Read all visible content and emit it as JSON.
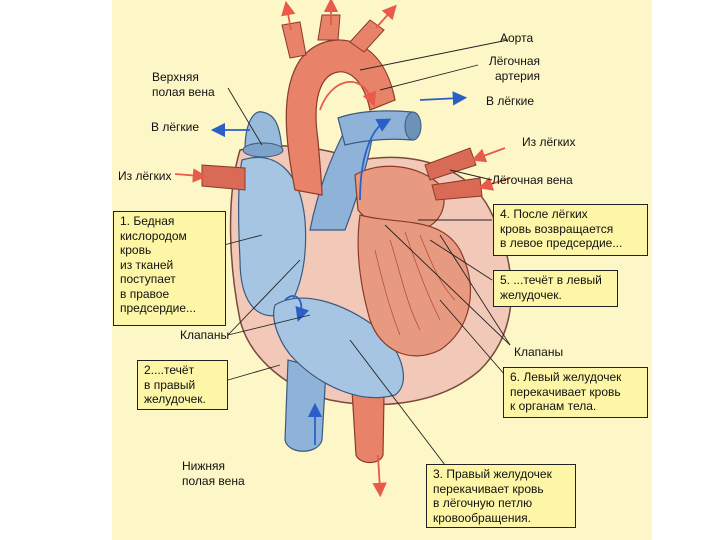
{
  "labels": {
    "aorta": "Аорта",
    "pulmonary_artery": "Лёгочная\nартерия",
    "to_lungs_right": "В лёгкие",
    "from_lungs_right": "Из лёгких",
    "pulmonary_vein": "Лёгочная вена",
    "superior_vena_cava": "Верхняя\nполая вена",
    "to_lungs_left": "В лёгкие",
    "from_lungs_left": "Из лёгких",
    "valves_left": "Клапаны",
    "valves_right": "Клапаны",
    "inferior_vena_cava": "Нижняя\nполая вена"
  },
  "boxes": {
    "step1": "1. Бедная\nкислородом\nкровь\nиз тканей\nпоступает\nв правое\nпредсердие...",
    "step2": "2....течёт\nв правый\nжелудочек.",
    "step3": "3. Правый желудочек\nперекачивает кровь\nв лёгочную петлю\nкровообращения.",
    "step4": "4. После лёгких\nкровь возвращается\nв левое предсердие...",
    "step5": "5. ...течёт в левый\nжелудочек.",
    "step6": "6. Левый желудочек\nперекачивает кровь\nк органам тела."
  },
  "colors": {
    "background_panel": "#fdf6c6",
    "box_fill": "#fdf6a6",
    "oxygen_poor": "#9fc0e0",
    "oxygen_rich": "#e8836a",
    "arrow_red": "#e85a4a",
    "arrow_blue": "#2a5fc8"
  }
}
